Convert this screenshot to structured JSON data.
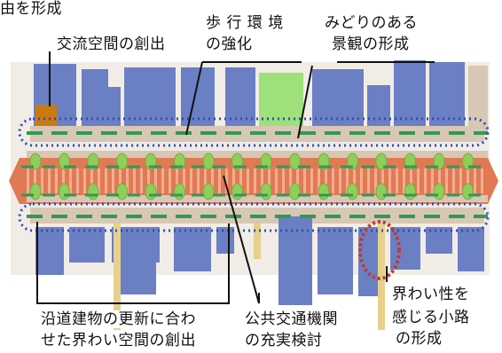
{
  "labels": {
    "top_left_fragment": "由を形成",
    "exchange_space": "交流空間の創出",
    "walking_env_line1": "歩 行 環 境",
    "walking_env_line2": "の強化",
    "green_landscape_line1": "みどりのある",
    "green_landscape_line2": "景観の形成",
    "redevelopment_line1": "沿道建物の更新に合わ",
    "redevelopment_line2": "せた界わい空間の創出",
    "transit_line1": "公共交通機関",
    "transit_line2": "の充実検討",
    "alley_line1": "界わい性を",
    "alley_line2": "感じる小路",
    "alley_line3": "の形成"
  },
  "colors": {
    "building": "#6b7fc4",
    "green_park": "#9ee07a",
    "road": "#e07a55",
    "sidewalk": "#d8c7b4",
    "tree": "#8fce5a",
    "dashed_green": "#2f9a55",
    "dotted_blue": "#2a4fb5",
    "alley_red": "#c0392b",
    "orange_block": "#cc7a10",
    "path_tan": "#e6d08c"
  },
  "icons": {
    "tree": "tree-icon",
    "alley_circle": "alley-highlight-icon"
  }
}
